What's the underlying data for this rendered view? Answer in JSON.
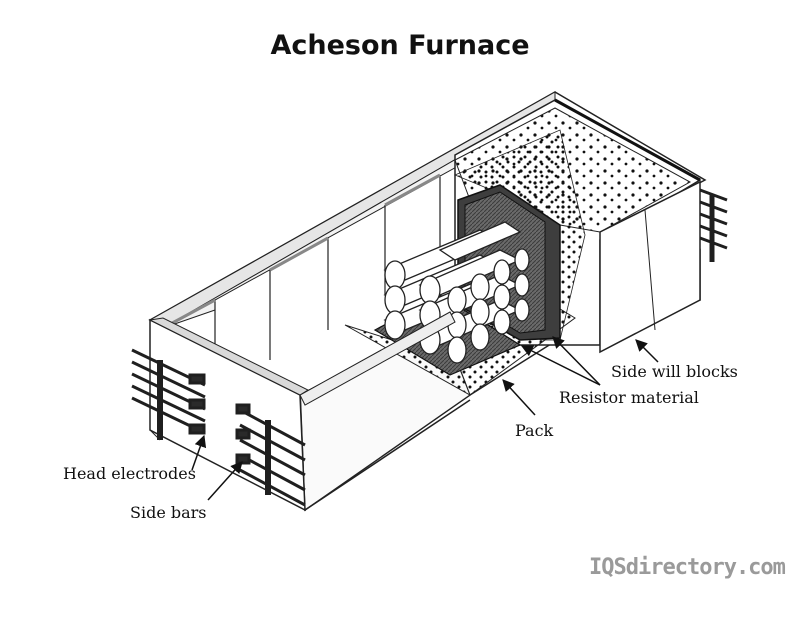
{
  "title": "Acheson Furnace",
  "labels": {
    "side_wall_blocks": "Side will blocks",
    "resistor_material": "Resistor material",
    "pack": "Pack",
    "head_electrodes": "Head electrodes",
    "side_bars": "Side bars"
  },
  "watermark": "IQSdirectory.com",
  "colors": {
    "outline": "#222222",
    "wall_face": "#ffffff",
    "wall_top": "#e6e6e6",
    "resistor": "#555555",
    "electrode": "#3a3a3a"
  }
}
